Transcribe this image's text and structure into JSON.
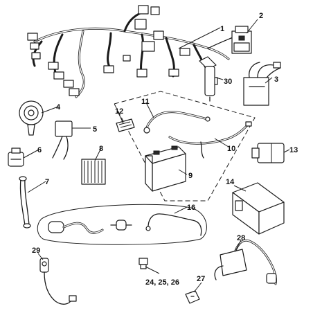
{
  "diagram": {
    "callouts": [
      {
        "id": "1",
        "text": "1"
      },
      {
        "id": "2",
        "text": "2"
      },
      {
        "id": "3",
        "text": "3"
      },
      {
        "id": "4",
        "text": "4"
      },
      {
        "id": "5",
        "text": "5"
      },
      {
        "id": "6",
        "text": "6"
      },
      {
        "id": "7",
        "text": "7"
      },
      {
        "id": "8",
        "text": "8"
      },
      {
        "id": "9",
        "text": "9"
      },
      {
        "id": "10",
        "text": "10"
      },
      {
        "id": "11",
        "text": "11"
      },
      {
        "id": "12",
        "text": "12"
      },
      {
        "id": "13",
        "text": "13"
      },
      {
        "id": "14",
        "text": "14"
      },
      {
        "id": "16",
        "text": "16"
      },
      {
        "id": "24-25-26",
        "text": "24, 25, 26"
      },
      {
        "id": "27",
        "text": "27"
      },
      {
        "id": "28",
        "text": "28"
      },
      {
        "id": "29",
        "text": "29"
      },
      {
        "id": "30",
        "text": "30"
      }
    ]
  }
}
